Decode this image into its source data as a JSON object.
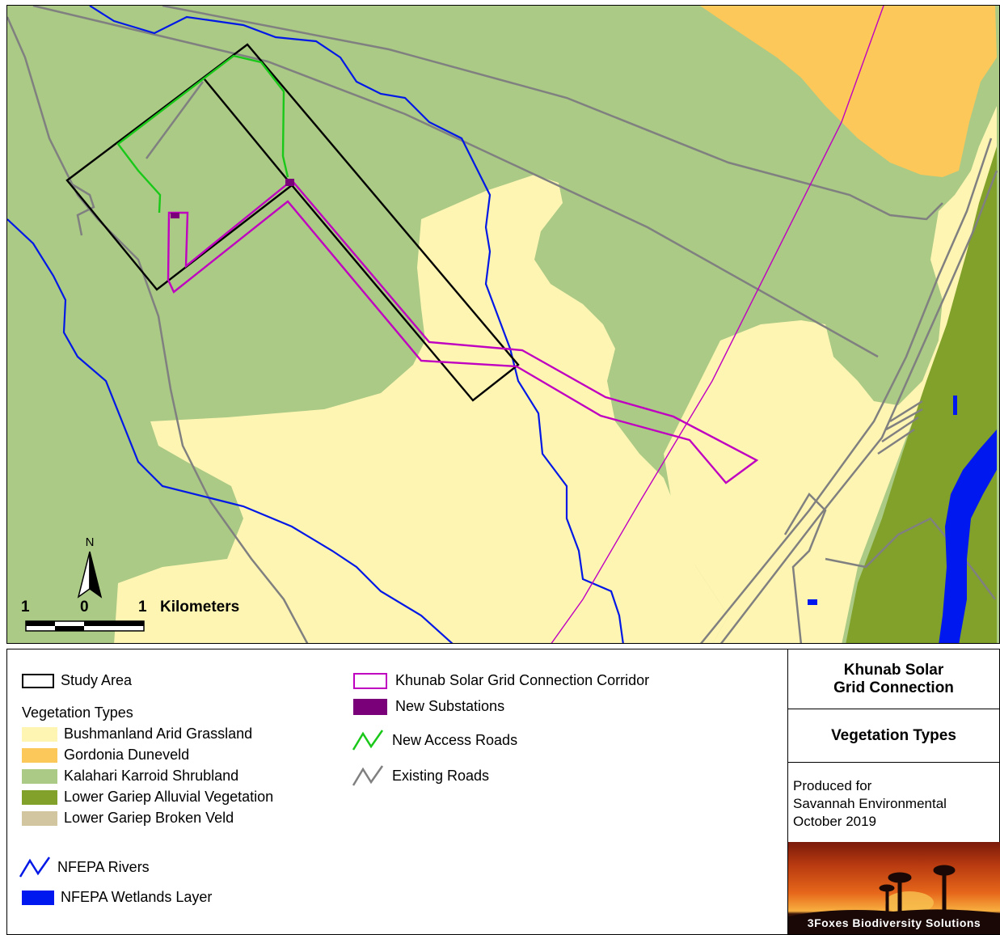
{
  "map": {
    "north_label": "N",
    "scale": {
      "left": "1",
      "mid": "0",
      "right": "1",
      "unit": "Kilometers"
    }
  },
  "legend": {
    "study_area": "Study Area",
    "vegetation_heading": "Vegetation Types",
    "vegetation": [
      {
        "label": "Bushmanland Arid Grassland",
        "color": "#fff5b3"
      },
      {
        "label": "Gordonia Duneveld",
        "color": "#fcc85a"
      },
      {
        "label": "Kalahari Karroid Shrubland",
        "color": "#aaca85"
      },
      {
        "label": "Lower Gariep Alluvial Vegetation",
        "color": "#82a12a"
      },
      {
        "label": "Lower Gariep Broken Veld",
        "color": "#d2c6a0"
      }
    ],
    "rivers": "NFEPA Rivers",
    "wetlands": "NFEPA Wetlands Layer",
    "corridor": "Khunab Solar Grid Connection Corridor",
    "substations": "New Substations",
    "access_roads": "New Access Roads",
    "existing_roads": "Existing Roads",
    "colors": {
      "study_area": "#000000",
      "corridor": "#c000c0",
      "substations": "#7a007a",
      "access_roads": "#19c819",
      "existing_roads": "#808080",
      "rivers": "#0018e6",
      "wetlands": "#0018f0"
    }
  },
  "title_panel": {
    "title_line1": "Khunab Solar",
    "title_line2": "Grid Connection",
    "subtitle": "Vegetation Types",
    "produced_line1": "Produced for",
    "produced_line2": "Savannah Environmental",
    "produced_line3": "October 2019",
    "logo_text": "3Foxes Biodiversity Solutions"
  }
}
